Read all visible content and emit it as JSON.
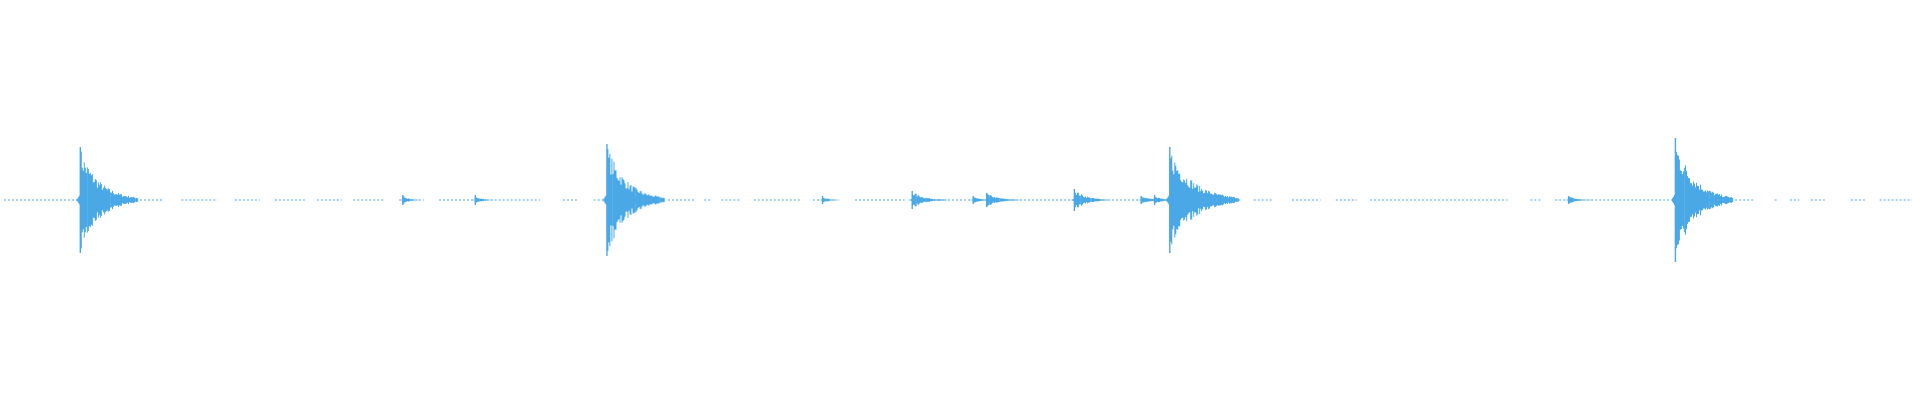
{
  "colors": {
    "background": "#ffffff",
    "waveform": "#4aa8e6"
  },
  "chart_data": {
    "type": "waveform",
    "x_range": [
      0,
      1
    ],
    "y_range": [
      -1,
      1
    ],
    "baseline_gaps": [
      [
        0.083,
        0.093
      ],
      [
        0.112,
        0.121
      ],
      [
        0.134,
        0.142
      ],
      [
        0.158,
        0.164
      ],
      [
        0.177,
        0.183
      ],
      [
        0.199,
        0.207
      ],
      [
        0.22,
        0.228
      ],
      [
        0.246,
        0.253
      ],
      [
        0.281,
        0.293
      ],
      [
        0.301,
        0.309
      ],
      [
        0.338,
        0.348
      ],
      [
        0.362,
        0.367
      ],
      [
        0.371,
        0.376
      ],
      [
        0.386,
        0.393
      ],
      [
        0.418,
        0.424
      ],
      [
        0.436,
        0.446
      ],
      [
        0.472,
        0.478
      ],
      [
        0.595,
        0.603
      ],
      [
        0.648,
        0.655
      ],
      [
        0.665,
        0.675
      ],
      [
        0.69,
        0.698
      ],
      [
        0.709,
        0.716
      ],
      [
        0.788,
        0.8
      ],
      [
        0.806,
        0.813
      ],
      [
        0.917,
        0.928
      ],
      [
        0.93,
        0.936
      ],
      [
        0.941,
        0.947
      ],
      [
        0.955,
        0.968
      ],
      [
        0.976,
        0.983
      ]
    ],
    "bursts": [
      {
        "t": 0.04,
        "amp": 0.53,
        "decay": 0.01
      },
      {
        "t": 0.05,
        "amp": 0.04,
        "decay": 0.004
      },
      {
        "t": 0.209,
        "amp": 0.05,
        "decay": 0.003
      },
      {
        "t": 0.247,
        "amp": 0.05,
        "decay": 0.003
      },
      {
        "t": 0.316,
        "amp": 0.56,
        "decay": 0.01
      },
      {
        "t": 0.326,
        "amp": 0.06,
        "decay": 0.006
      },
      {
        "t": 0.429,
        "amp": 0.04,
        "decay": 0.003
      },
      {
        "t": 0.476,
        "amp": 0.09,
        "decay": 0.006
      },
      {
        "t": 0.508,
        "amp": 0.04,
        "decay": 0.003
      },
      {
        "t": 0.515,
        "amp": 0.07,
        "decay": 0.006
      },
      {
        "t": 0.561,
        "amp": 0.11,
        "decay": 0.006
      },
      {
        "t": 0.596,
        "amp": 0.04,
        "decay": 0.005
      },
      {
        "t": 0.603,
        "amp": 0.05,
        "decay": 0.004
      },
      {
        "t": 0.611,
        "amp": 0.53,
        "decay": 0.012
      },
      {
        "t": 0.82,
        "amp": 0.04,
        "decay": 0.004
      },
      {
        "t": 0.876,
        "amp": 0.62,
        "decay": 0.01
      },
      {
        "t": 0.886,
        "amp": 0.05,
        "decay": 0.006
      }
    ]
  }
}
